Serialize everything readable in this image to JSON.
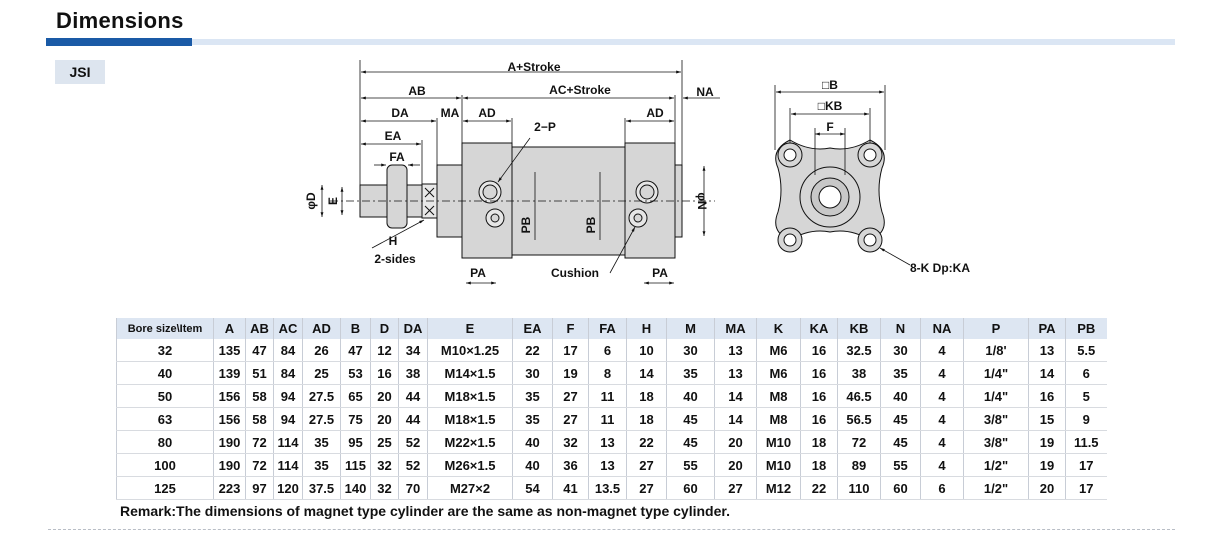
{
  "header": {
    "title": "Dimensions",
    "model_tag": "JSI"
  },
  "drawing": {
    "side_labels": {
      "a_stroke": "A+Stroke",
      "ab": "AB",
      "ac_stroke": "AC+Stroke",
      "na": "NA",
      "da": "DA",
      "ma": "MA",
      "ad_front": "AD",
      "ad_rear": "AD",
      "ea": "EA",
      "fa": "FA",
      "port": "2−P",
      "phi_d": "φD",
      "e": "E",
      "phi_n": "φN",
      "pb_front": "PB",
      "pb_rear": "PB",
      "h": "H",
      "two_sides": "2-sides",
      "pa_front": "PA",
      "cushion": "Cushion",
      "pa_rear": "PA"
    },
    "end_labels": {
      "b": "□B",
      "kb": "□KB",
      "f": "F",
      "mount": "8-K Dp:KA"
    }
  },
  "table": {
    "headers": [
      "Bore size\\Item",
      "A",
      "AB",
      "AC",
      "AD",
      "B",
      "D",
      "DA",
      "E",
      "EA",
      "F",
      "FA",
      "H",
      "M",
      "MA",
      "K",
      "KA",
      "KB",
      "N",
      "NA",
      "P",
      "PA",
      "PB"
    ],
    "rows": [
      [
        "32",
        "135",
        "47",
        "84",
        "26",
        "47",
        "12",
        "34",
        "M10×1.25",
        "22",
        "17",
        "6",
        "10",
        "30",
        "13",
        "M6",
        "16",
        "32.5",
        "30",
        "4",
        "1/8'",
        "13",
        "5.5"
      ],
      [
        "40",
        "139",
        "51",
        "84",
        "25",
        "53",
        "16",
        "38",
        "M14×1.5",
        "30",
        "19",
        "8",
        "14",
        "35",
        "13",
        "M6",
        "16",
        "38",
        "35",
        "4",
        "1/4\"",
        "14",
        "6"
      ],
      [
        "50",
        "156",
        "58",
        "94",
        "27.5",
        "65",
        "20",
        "44",
        "M18×1.5",
        "35",
        "27",
        "11",
        "18",
        "40",
        "14",
        "M8",
        "16",
        "46.5",
        "40",
        "4",
        "1/4\"",
        "16",
        "5"
      ],
      [
        "63",
        "156",
        "58",
        "94",
        "27.5",
        "75",
        "20",
        "44",
        "M18×1.5",
        "35",
        "27",
        "11",
        "18",
        "45",
        "14",
        "M8",
        "16",
        "56.5",
        "45",
        "4",
        "3/8\"",
        "15",
        "9"
      ],
      [
        "80",
        "190",
        "72",
        "114",
        "35",
        "95",
        "25",
        "52",
        "M22×1.5",
        "40",
        "32",
        "13",
        "22",
        "45",
        "20",
        "M10",
        "18",
        "72",
        "45",
        "4",
        "3/8\"",
        "19",
        "11.5"
      ],
      [
        "100",
        "190",
        "72",
        "114",
        "35",
        "115",
        "32",
        "52",
        "M26×1.5",
        "40",
        "36",
        "13",
        "27",
        "55",
        "20",
        "M10",
        "18",
        "89",
        "55",
        "4",
        "1/2\"",
        "19",
        "17"
      ],
      [
        "125",
        "223",
        "97",
        "120",
        "37.5",
        "140",
        "32",
        "70",
        "M27×2",
        "54",
        "41",
        "13.5",
        "27",
        "60",
        "27",
        "M12",
        "22",
        "110",
        "60",
        "6",
        "1/2\"",
        "20",
        "17"
      ]
    ]
  },
  "remark": "Remark:The dimensions of magnet type cylinder are the same as non-magnet type cylinder."
}
